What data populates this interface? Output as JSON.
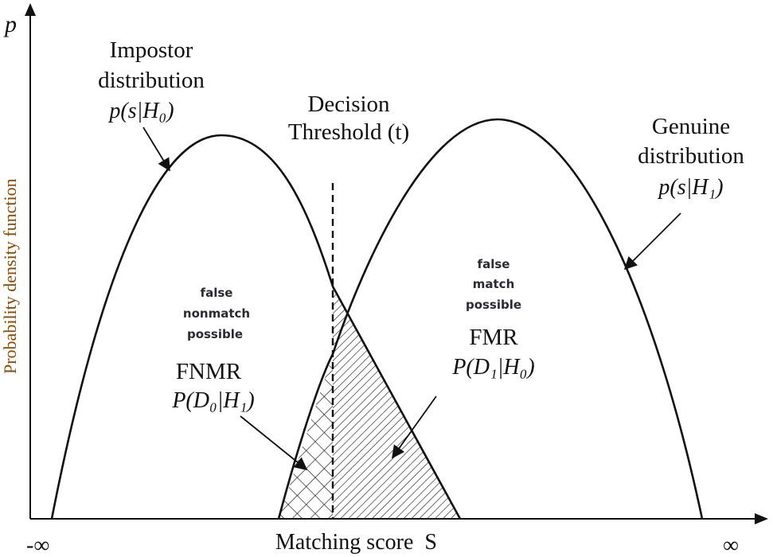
{
  "axes": {
    "y_label": "Probability density function",
    "y_symbol": "p",
    "x_label": "Matching score  S",
    "x_min": "-∞",
    "x_max": "∞"
  },
  "impostor": {
    "title_line1": "Impostor",
    "title_line2": "distribution",
    "formula": "p(s|H₀)"
  },
  "threshold": {
    "line1": "Decision",
    "line2": "Threshold (t)"
  },
  "genuine": {
    "title_line1": "Genuine",
    "title_line2": "distribution",
    "formula": "p(s|H₁)"
  },
  "fnmr": {
    "note_line1": "false",
    "note_line2": "nonmatch",
    "note_line3": "possible",
    "label": "FNMR",
    "formula": "P(D₀|H₁)"
  },
  "fmr": {
    "note_line1": "false",
    "note_line2": "match",
    "note_line3": "possible",
    "label": "FMR",
    "formula": "P(D₁|H₀)"
  },
  "colors": {
    "y_label": "#8a4b00",
    "ink": "#111111"
  }
}
